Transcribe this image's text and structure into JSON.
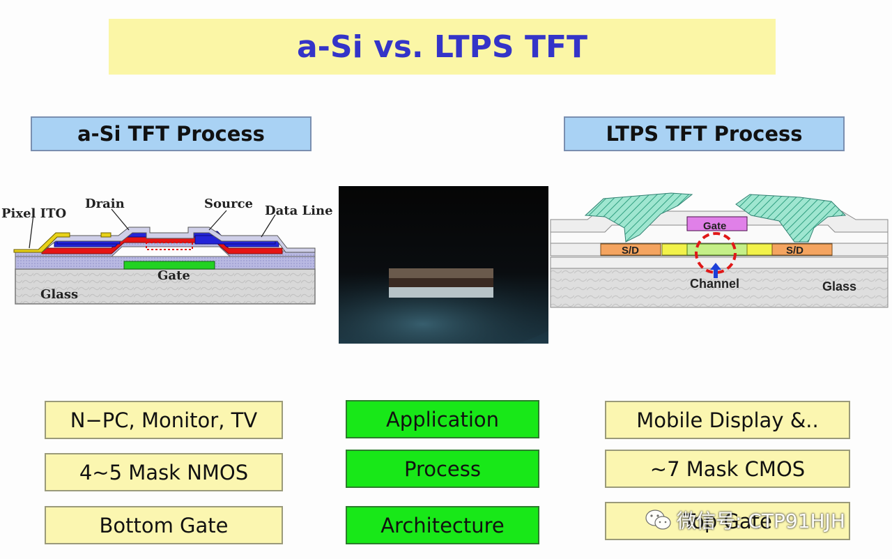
{
  "title": "a-Si vs. LTPS TFT",
  "left_header": "a-Si TFT Process",
  "right_header": "LTPS TFT Process",
  "left_diagram": {
    "labels": {
      "pixel_ito": "Pixel ITO",
      "drain": "Drain",
      "source": "Source",
      "data_line": "Data Line",
      "gate": "Gate",
      "glass": "Glass"
    }
  },
  "right_diagram": {
    "labels": {
      "gate": "Gate",
      "sd_left": "S/D",
      "sd_right": "S/D",
      "channel": "Channel",
      "glass": "Glass"
    }
  },
  "left_column": [
    "N−PC, Monitor, TV",
    "4~5 Mask NMOS",
    "Bottom Gate"
  ],
  "middle_column": [
    "Application",
    "Process",
    "Architecture"
  ],
  "right_column": [
    "Mobile Display &..",
    "~7 Mask CMOS",
    "Top Gate"
  ],
  "watermark": {
    "text": "微信号: CTP91HJH",
    "icon": "wechat-icon"
  },
  "colors": {
    "title_banner": "#fbf6a6",
    "title_text": "#3434c8",
    "process_header": "#a9d2f4",
    "yellow_box": "#fbf6b0",
    "green_box": "#18e818"
  }
}
